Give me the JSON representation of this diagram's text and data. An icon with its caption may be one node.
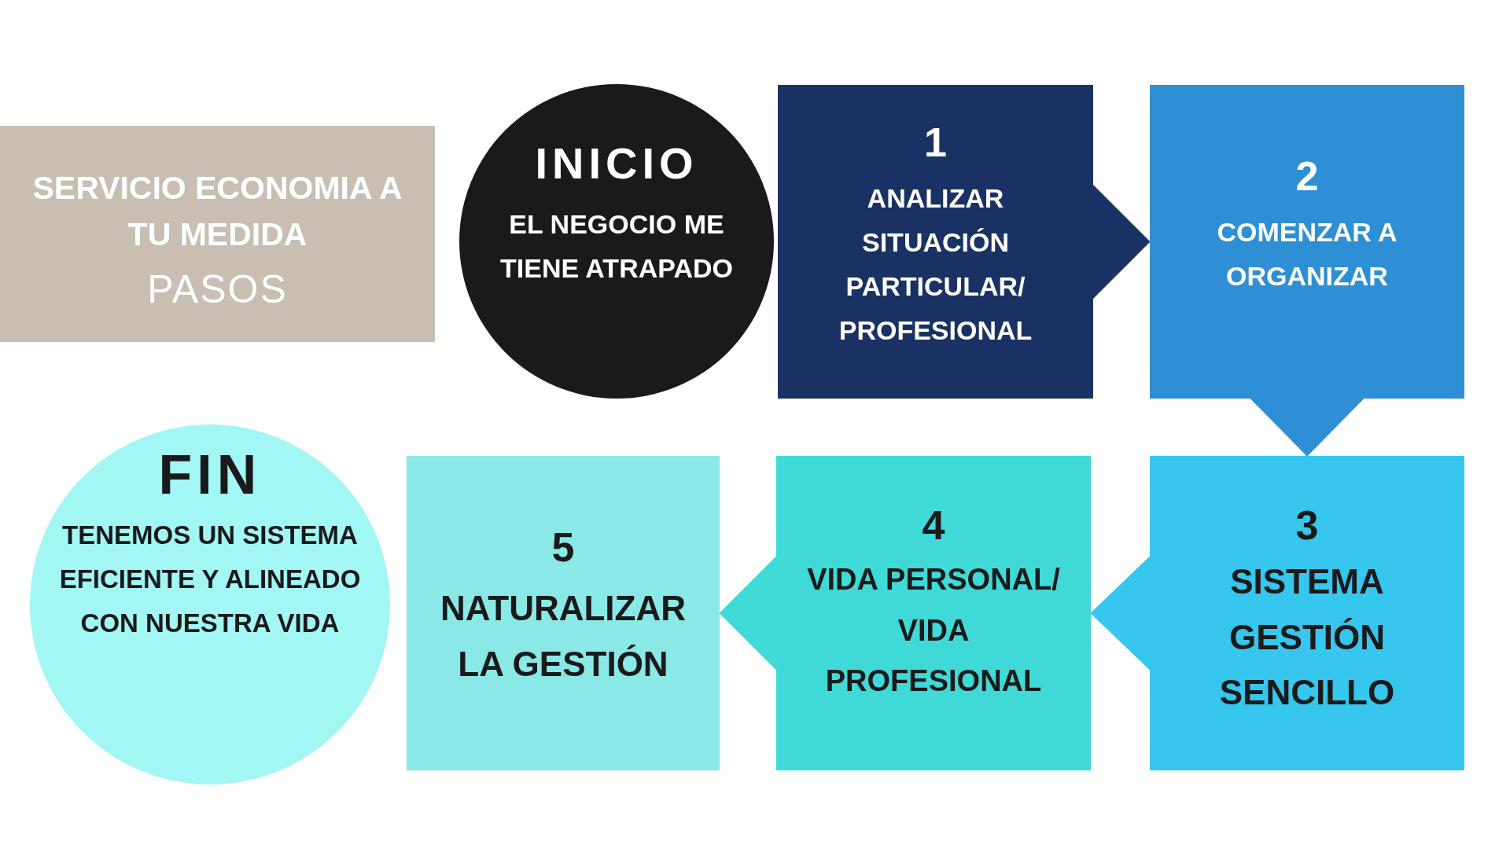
{
  "diagram": {
    "nodes": [
      {
        "text": [
          "SERVICIO ECONOMIA A TU MEDIDA",
          "PASOS"
        ]
      },
      {
        "text": [
          "INICIO",
          "EL NEGOCIO ME TIENE ATRAPADO"
        ]
      },
      {
        "text": [
          "1",
          "ANALIZAR SITUACIÓN PARTICULAR/ PROFESIONAL"
        ]
      },
      {
        "text": [
          "2",
          "COMENZAR A ORGANIZAR"
        ]
      },
      {
        "text": [
          "3",
          "SISTEMA GESTIÓN SENCILLO"
        ]
      },
      {
        "text": [
          "4",
          "VIDA PERSONAL/ VIDA PROFESIONAL"
        ]
      },
      {
        "text": [
          "5",
          "NATURALIZAR LA GESTIÓN"
        ]
      },
      {
        "text": [
          "FIN",
          "TENEMOS UN SISTEMA EFICIENTE Y ALINEADO CON NUESTRA VIDA"
        ]
      }
    ],
    "edges": [
      {
        "from": 2,
        "to": 3,
        "arrow": "to"
      },
      {
        "from": 3,
        "to": 4,
        "arrow": "to"
      },
      {
        "from": 4,
        "to": 5,
        "arrow": "to"
      },
      {
        "from": 5,
        "to": 6,
        "arrow": "to"
      }
    ]
  }
}
